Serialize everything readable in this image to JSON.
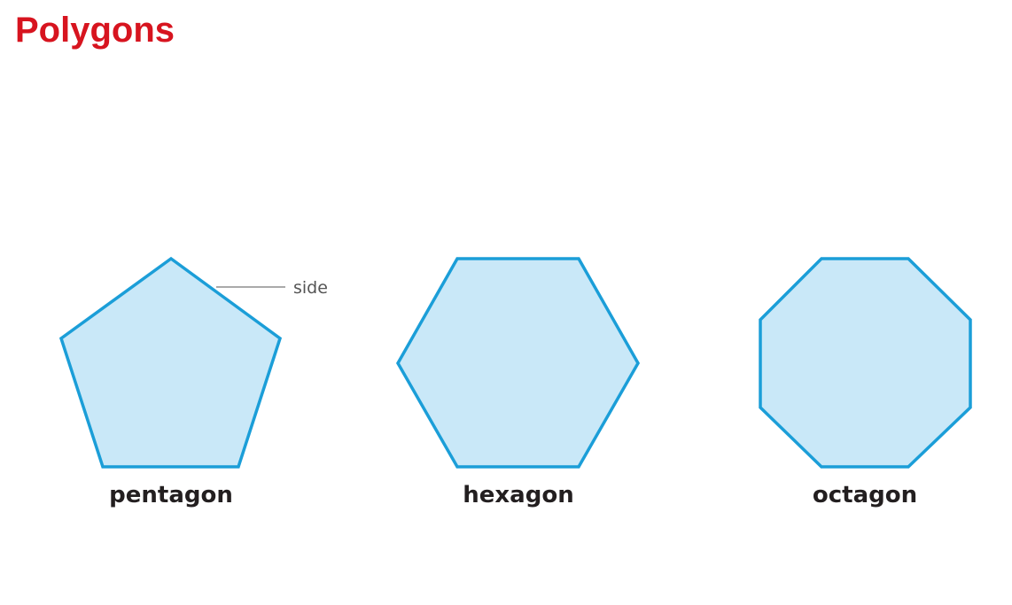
{
  "title": "Polygons",
  "colors": {
    "title": "#d7141f",
    "shape_fill": "#c9e8f8",
    "shape_stroke": "#1b9ed8"
  },
  "shapes": [
    {
      "label": "pentagon",
      "sides": 5
    },
    {
      "label": "hexagon",
      "sides": 6
    },
    {
      "label": "octagon",
      "sides": 8
    }
  ],
  "callout": {
    "text": "side"
  }
}
